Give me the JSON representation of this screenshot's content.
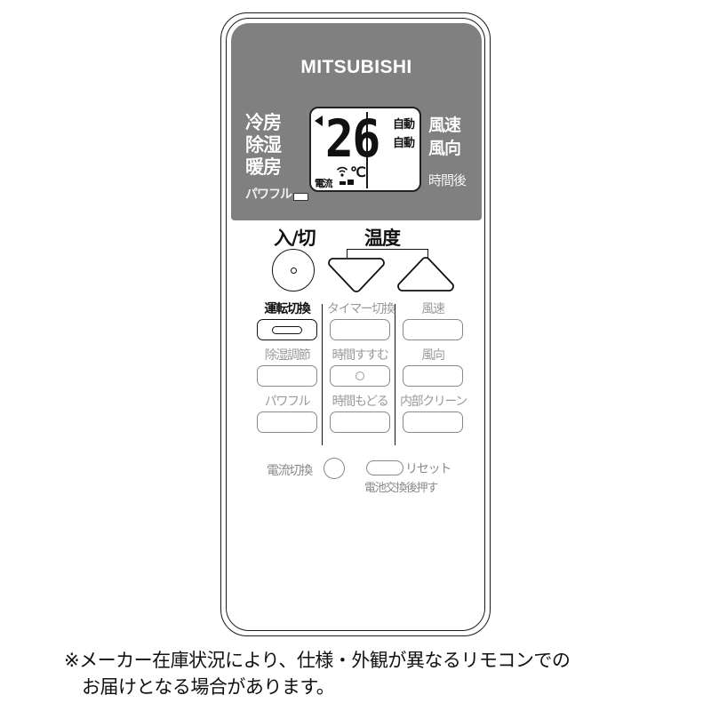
{
  "product": {
    "brand": "MITSUBISHI",
    "type": "air-conditioner-remote-control"
  },
  "display": {
    "temperature": "26",
    "unit": "℃",
    "current_label": "電流",
    "fan_speed_value": "自動",
    "air_direction_value": "自動",
    "pointer": "◀"
  },
  "mode_labels": [
    "冷房",
    "除湿",
    "暖房"
  ],
  "powerful_label": "パワフル",
  "right_labels": [
    "風速",
    "風向",
    "時間後"
  ],
  "controls": {
    "power_label": "入/切",
    "temperature_label": "温度",
    "temp_down": "▽",
    "temp_up": "△"
  },
  "button_grid": {
    "columns": [
      {
        "cells": [
          {
            "label": "運転切換",
            "primary": true
          },
          {
            "label": "除湿調節",
            "primary": false
          },
          {
            "label": "パワフル",
            "primary": false
          }
        ]
      },
      {
        "cells": [
          {
            "label": "タイマー切換",
            "primary": false
          },
          {
            "label": "時間すすむ",
            "primary": false
          },
          {
            "label": "時間もどる",
            "primary": false
          }
        ]
      },
      {
        "cells": [
          {
            "label": "風速",
            "primary": false
          },
          {
            "label": "風向",
            "primary": false
          },
          {
            "label": "内部クリーン",
            "primary": false
          }
        ]
      }
    ]
  },
  "bottom": {
    "current_switch_label": "電流切換",
    "reset_label": "リセット",
    "reset_sub_label": "電池交換後押す"
  },
  "caption": {
    "line1": "※メーカー在庫状況により、仕様・外観が異なるリモコンでの",
    "line2": "お届けとなる場合があります。"
  },
  "colors": {
    "panel_gray": "#808080",
    "body_white": "#ffffff",
    "outline": "#1a1a1a",
    "muted_text": "#9a9a9a"
  }
}
